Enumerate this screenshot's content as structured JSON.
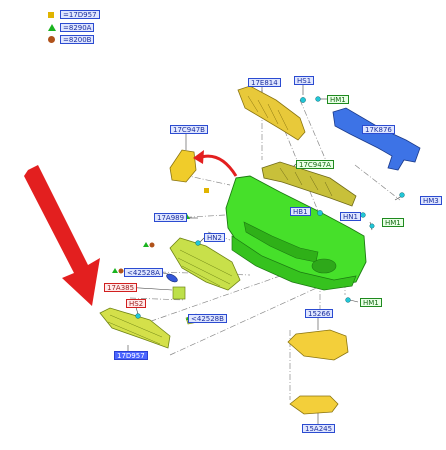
{
  "legend": [
    {
      "symbol": "square",
      "color": "#e0b400",
      "label": "=17D957"
    },
    {
      "symbol": "triangle",
      "color": "#19b31f",
      "label": "=8290A"
    },
    {
      "symbol": "circle",
      "color": "#b0521a",
      "label": "=8200B"
    }
  ],
  "parts": {
    "p17e814": "17E814",
    "phs1": "HS1",
    "phm1a": "HM1",
    "p17k876": "17K876",
    "p17c947b": "17C947B",
    "p17c947a": "17C947A",
    "phm3": "HM3",
    "p17a989": "17A989",
    "phb1": "HB1",
    "phn1": "HN1",
    "phm1b": "HM1",
    "phn2": "HN2",
    "p42528a": "<42528A",
    "p17a385": "17A385",
    "phs2": "HS2",
    "p42528b": "<42528B",
    "p17d957": "17D957",
    "phm1c": "HM1",
    "p15266": "15266",
    "p15a245": "15A245"
  },
  "colors": {
    "bumper": "#46e02a",
    "grille": "#c8e04a",
    "reinforcement": "#e8c93a",
    "beam": "#3d73e6",
    "mount": "#f0cc2a",
    "lower": "#f3cf3a",
    "arrow": "#e31f1f"
  }
}
